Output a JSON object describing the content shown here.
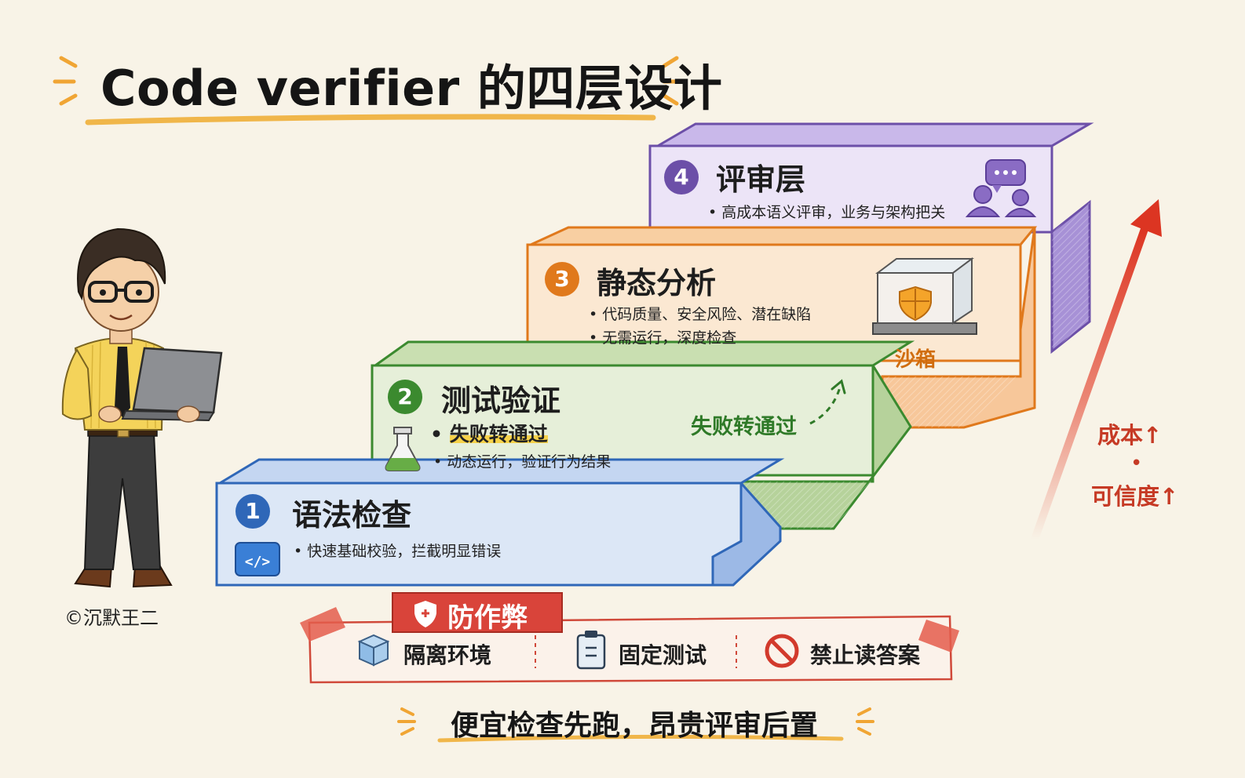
{
  "title": "Code verifier 的四层设计",
  "steps": [
    {
      "number": "1",
      "name": "语法检查",
      "bullets": [
        "快速基础校验，拦截明显错误"
      ],
      "color": "#2f67b8"
    },
    {
      "number": "2",
      "name": "测试验证",
      "bullets": [
        "失败转通过",
        "动态运行，验证行为结果"
      ],
      "note": "失败转通过",
      "color": "#3b8a2f"
    },
    {
      "number": "3",
      "name": "静态分析",
      "bullets": [
        "代码质量、安全风险、潜在缺陷",
        "无需运行，深度检查"
      ],
      "sandbox_label": "沙箱",
      "color": "#e0791c"
    },
    {
      "number": "4",
      "name": "评审层",
      "bullets": [
        "高成本语义评审，业务与架构把关"
      ],
      "color": "#6c4fa8"
    }
  ],
  "axis": {
    "cost": "成本↑",
    "separator": "•",
    "trust": "可信度↑"
  },
  "anti_cheat": {
    "title": "防作弊",
    "items": [
      {
        "label": "隔离环境",
        "icon": "cube-icon"
      },
      {
        "label": "固定测试",
        "icon": "clipboard-icon"
      },
      {
        "label": "禁止读答案",
        "icon": "prohibited-icon"
      }
    ]
  },
  "bottom_text": "便宜检查先跑，昂贵评审后置",
  "credit": "©沉默王二",
  "colors": {
    "background": "#f8f3e7",
    "accent_red": "#c63a25",
    "underline": "#f0b64a"
  }
}
